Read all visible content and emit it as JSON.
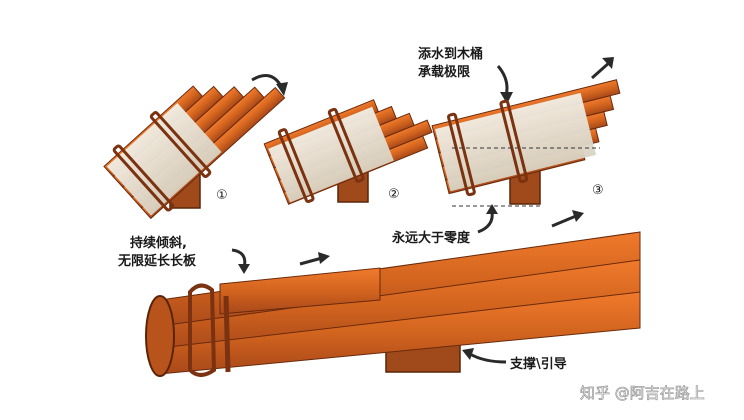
{
  "steps": [
    {
      "number": "①"
    },
    {
      "number": "②"
    },
    {
      "number": "③"
    }
  ],
  "annotations": {
    "water_limit_line1": "添水到木桶",
    "water_limit_line2": "承载极限",
    "above_zero": "永远大于零度",
    "tilt_line1": "持续倾斜,",
    "tilt_line2": "无限延长长板",
    "support": "支撑\\引导"
  },
  "watermark": "知乎 @阿吉在路上",
  "colors": {
    "wood": "#d2641e",
    "wood_dark": "#7a3210",
    "hoop": "#8a4418",
    "water": "#e9e4d6",
    "support_block": "#a04a1c"
  }
}
